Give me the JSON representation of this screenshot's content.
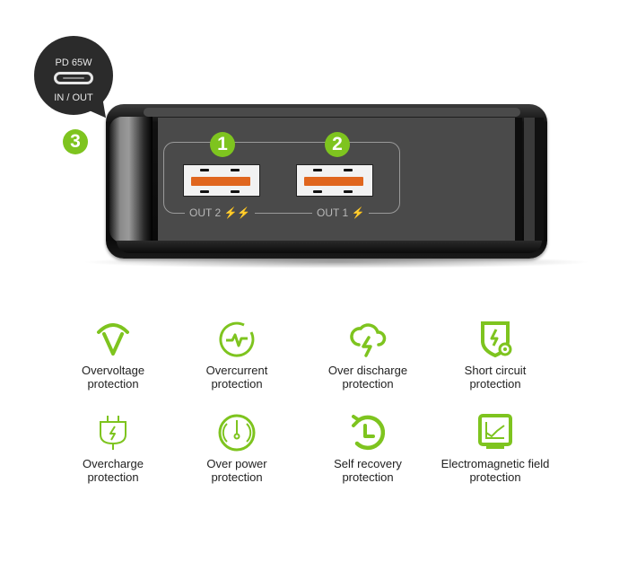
{
  "callout": {
    "title": "PD 65W",
    "subtitle": "IN / OUT",
    "port_icon": "usb-c-port-icon",
    "badge": "3"
  },
  "ports": [
    {
      "badge": "1",
      "label": "OUT 2 ⚡⚡",
      "icon": "usb-a-port-icon"
    },
    {
      "badge": "2",
      "label": "OUT 1 ⚡",
      "icon": "usb-a-port-icon"
    }
  ],
  "colors": {
    "accent_green": "#7ec41f",
    "port_orange": "#e0661e",
    "device_body": "#4a4a4a",
    "bubble": "#2b2b2b",
    "text": "#222222"
  },
  "features": [
    {
      "icon": "overvoltage-v-icon",
      "line1": "Overvoltage",
      "line2": "protection"
    },
    {
      "icon": "overcurrent-pulse-icon",
      "line1": "Overcurrent",
      "line2": "protection"
    },
    {
      "icon": "cloud-lightning-icon",
      "line1": "Over discharge",
      "line2": "protection"
    },
    {
      "icon": "shield-bolt-icon",
      "line1": "Short circuit",
      "line2": "protection"
    },
    {
      "icon": "plug-bolt-icon",
      "line1": "Overcharge",
      "line2": "protection"
    },
    {
      "icon": "gauge-icon",
      "line1": "Over power",
      "line2": "protection"
    },
    {
      "icon": "history-clock-icon",
      "line1": "Self recovery",
      "line2": "protection"
    },
    {
      "icon": "monitor-chart-icon",
      "line1": "Electromagnetic field",
      "line2": "protection"
    }
  ]
}
